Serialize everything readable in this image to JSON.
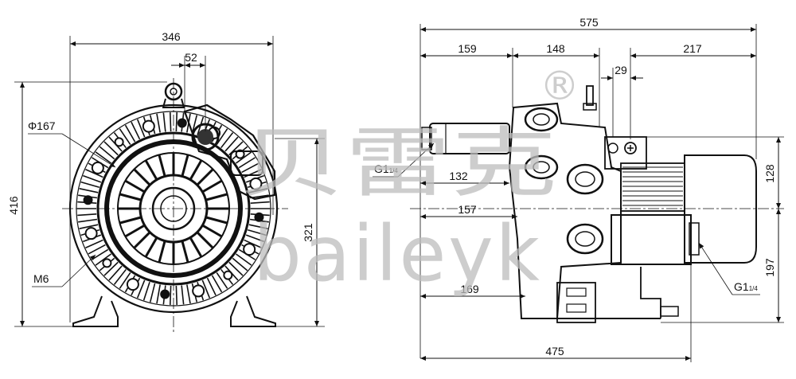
{
  "front_view": {
    "width": "346",
    "offset": "52",
    "diameter": "Φ167",
    "height": "416",
    "inner_height": "321",
    "bolt": "M6"
  },
  "side_view": {
    "total_length": "575",
    "seg_left": "159",
    "seg_mid": "148",
    "seg_right": "217",
    "small": "29",
    "inlet_offset": "132",
    "mid_offset": "157",
    "lower_offset": "169",
    "base_length": "475",
    "upper_height": "128",
    "lower_height": "197",
    "port_top": "G1",
    "port_top_sub": "1/4",
    "port_bottom": "G1",
    "port_bottom_sub": "1/4"
  },
  "watermark": {
    "cn": "贝雷克",
    "en": "baileyk",
    "mark": "®"
  }
}
